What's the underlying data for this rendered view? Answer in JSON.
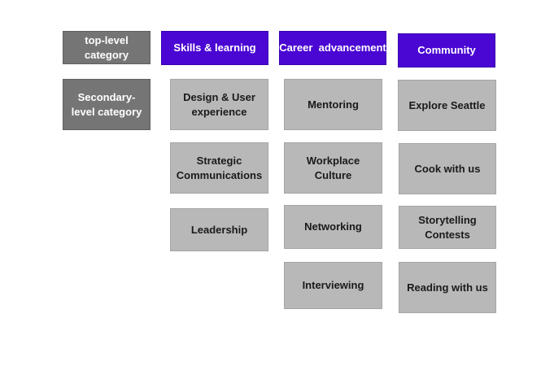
{
  "legend": {
    "top_level": "top-level category",
    "secondary_level": "Secondary-level category"
  },
  "columns": [
    {
      "title": "Skills & learning",
      "items": [
        "Design & User experience",
        "Strategic Communications",
        "Leadership"
      ]
    },
    {
      "title": "Career  advancement",
      "items": [
        "Mentoring",
        "Workplace Culture",
        "Networking",
        "Interviewing"
      ]
    },
    {
      "title": "Community",
      "items": [
        "Explore Seattle",
        "Cook with us",
        "Storytelling Contests",
        "Reading with us"
      ]
    }
  ],
  "colors": {
    "top_level": "#4a06d2",
    "legend": "#757575",
    "secondary": "#b8b8b8"
  }
}
